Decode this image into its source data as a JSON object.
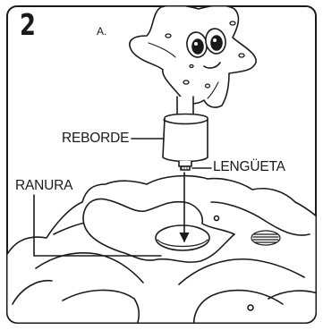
{
  "step": {
    "number": "2",
    "substep_label": "A."
  },
  "labels": {
    "reborde": "REBORDE",
    "lengueta": "LENGÜETA",
    "ranura": "RANURA"
  },
  "colors": {
    "ink": "#1a1a1a",
    "paper": "#ffffff"
  }
}
